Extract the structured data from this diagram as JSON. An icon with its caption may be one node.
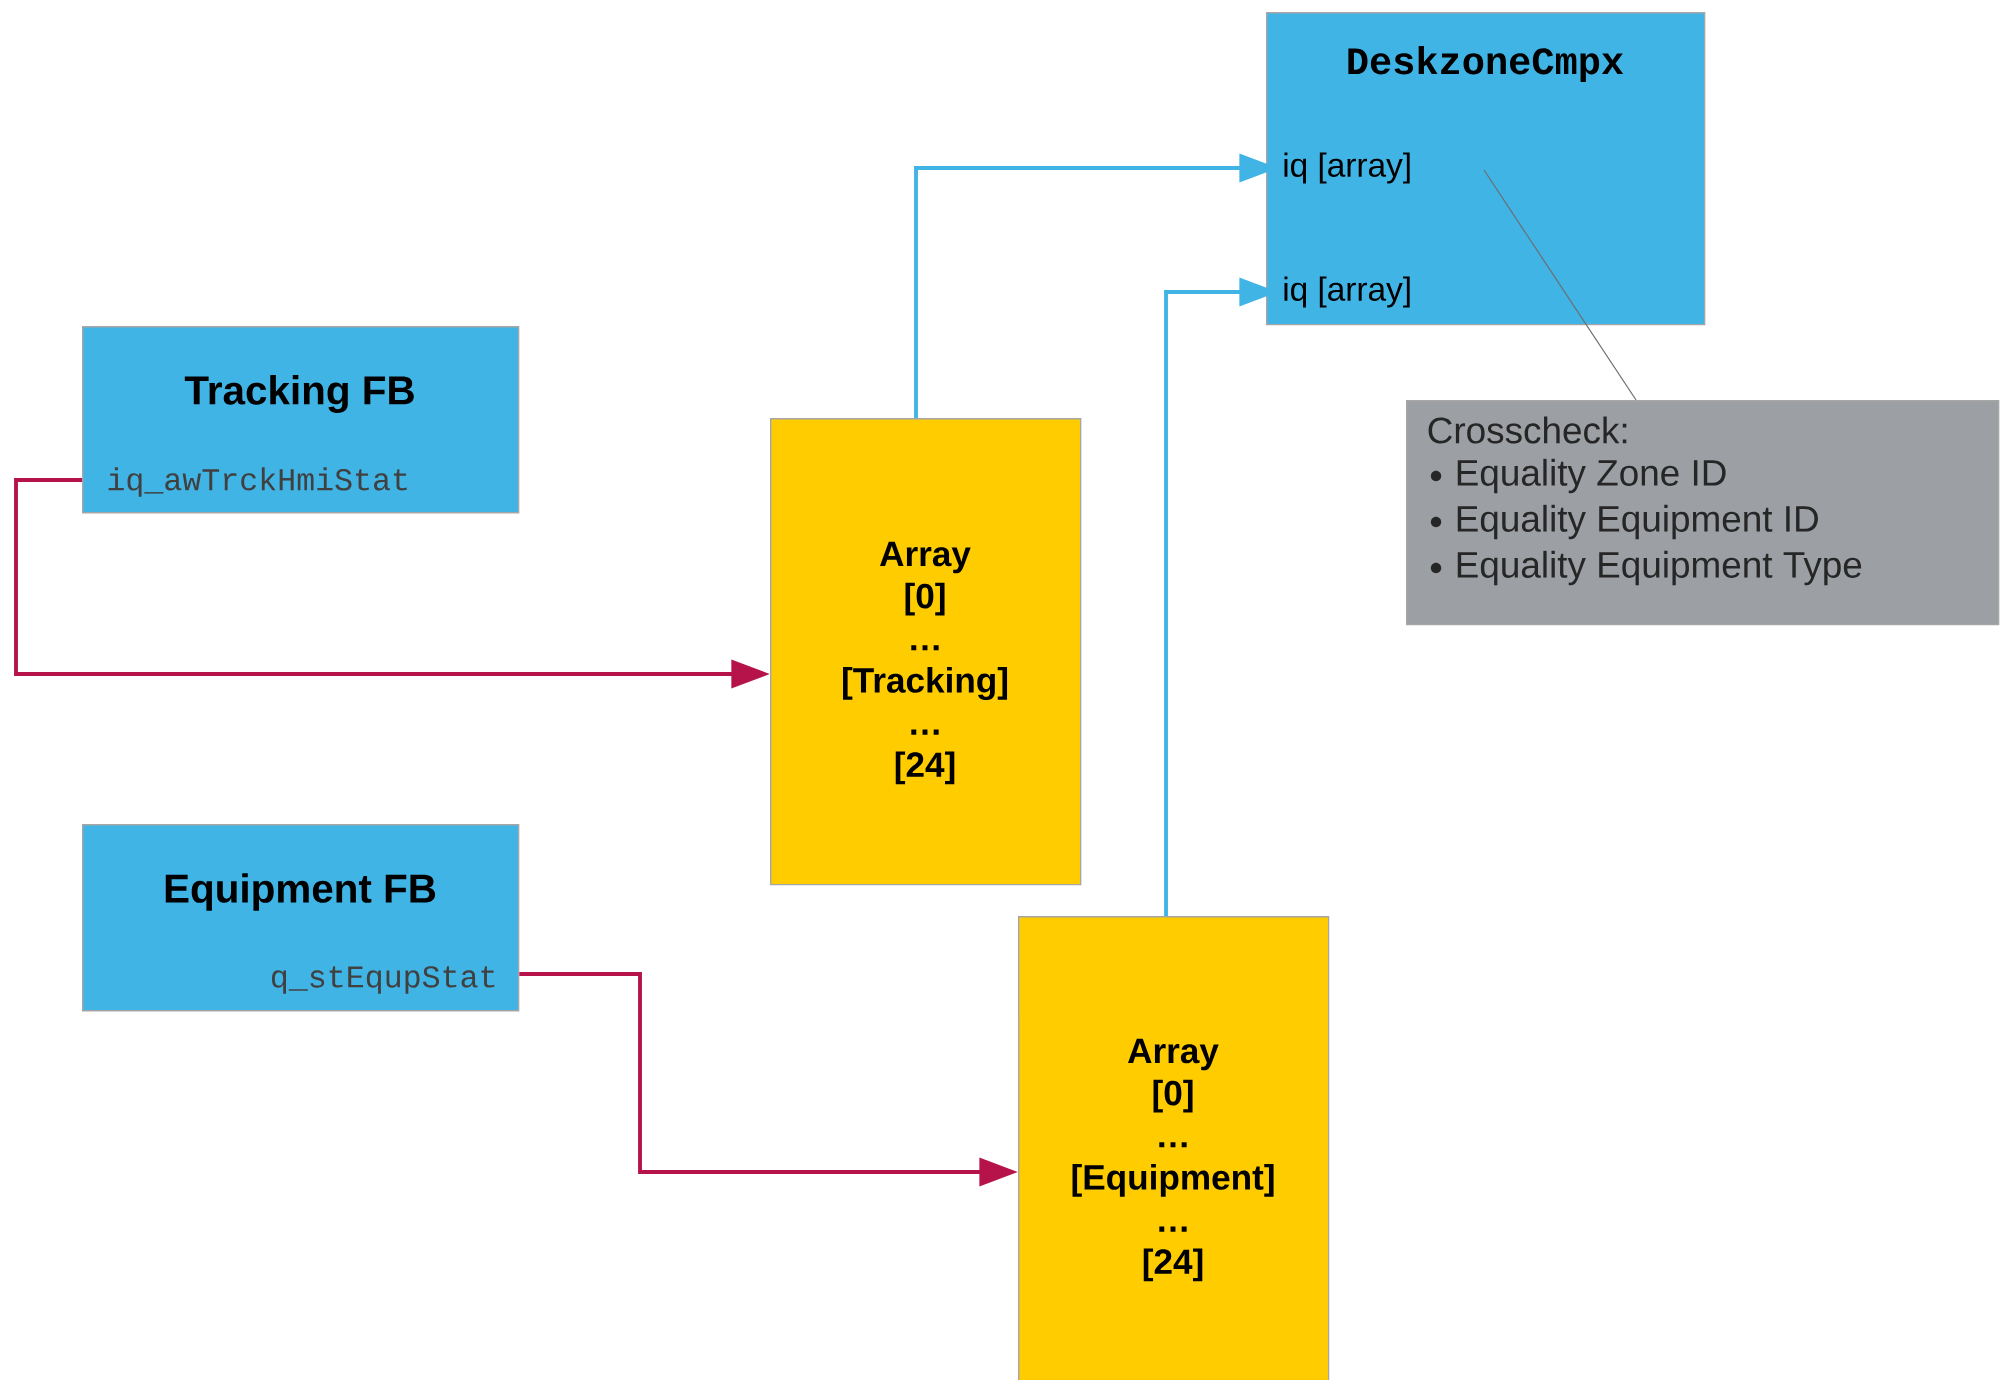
{
  "diagram": {
    "nodes": [
      {
        "text": [
          "Tracking FB",
          "iq_awTrckHmiStat"
        ]
      },
      {
        "text": [
          "Equipment FB",
          "q_stEqupStat"
        ]
      },
      {
        "text": [
          "Array",
          "[0]",
          "…",
          "[Tracking]",
          "…",
          "[24]"
        ]
      },
      {
        "text": [
          "Array",
          "[0]",
          "…",
          "[Equipment]",
          "…",
          "[24]"
        ]
      },
      {
        "text": [
          "DeskzoneCmpx"
        ]
      },
      {
        "text": [
          "iq [array]"
        ],
        "in": 4
      },
      {
        "text": [
          "iq [array]"
        ],
        "in": 4
      },
      {
        "text": [
          "Crosscheck:",
          "Equality Zone ID",
          "Equality Equipment ID",
          "Equality Equipment Type"
        ]
      }
    ],
    "edges": [
      {
        "from": 0,
        "to": 2,
        "arrow": "to",
        "color": "#b5134a"
      },
      {
        "from": 1,
        "to": 3,
        "arrow": "to",
        "color": "#b5134a"
      },
      {
        "from": 2,
        "to": 5,
        "arrow": "to",
        "color": "#41b4e6"
      },
      {
        "from": 3,
        "to": 6,
        "arrow": "to",
        "color": "#41b4e6"
      },
      {
        "from": 7,
        "to": null,
        "arrow": "none",
        "color": "#6d6e71"
      }
    ]
  }
}
